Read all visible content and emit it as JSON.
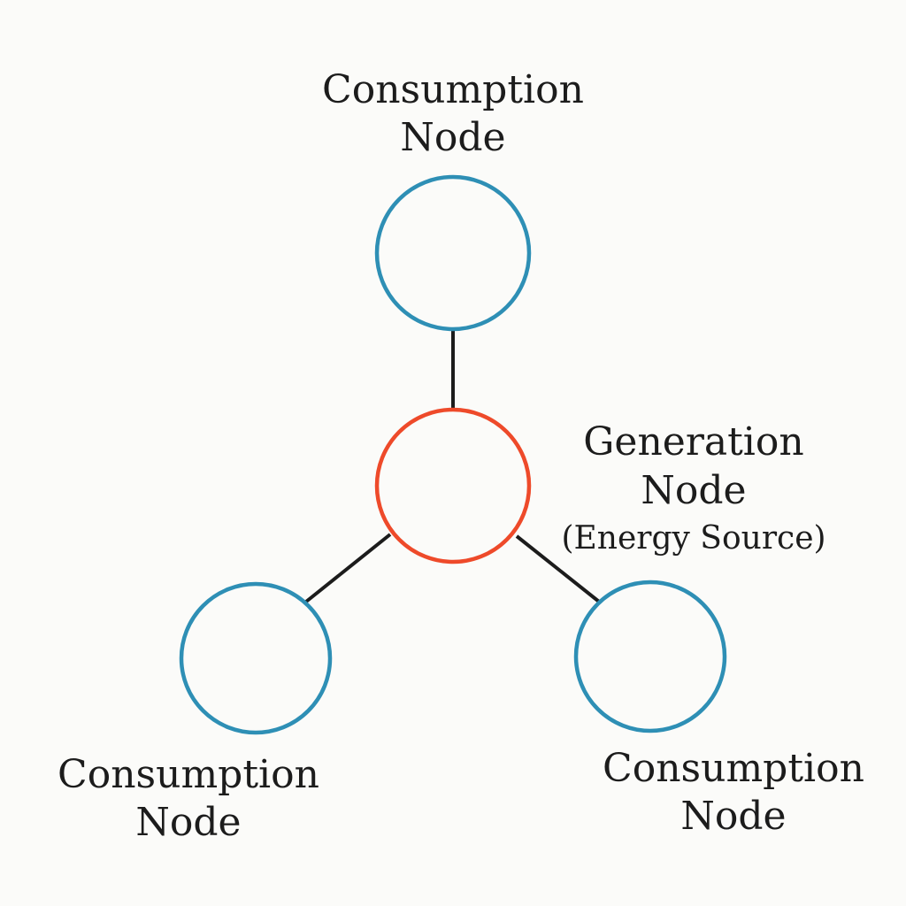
{
  "colors": {
    "background": "#fbfbf9",
    "consumption_node_stroke": "#2e8fb5",
    "generation_node_stroke": "#ee4a2a",
    "connector": "#1c1c1c",
    "text": "#1c1c1c"
  },
  "nodes": {
    "top_consumption": {
      "kind": "consumption",
      "label_line1": "Consumption",
      "label_line2": "Node"
    },
    "generation": {
      "kind": "generation",
      "label_line1": "Generation",
      "label_line2": "Node",
      "label_line3": "(Energy Source)"
    },
    "left_consumption": {
      "kind": "consumption",
      "label_line1": "Consumption",
      "label_line2": "Node"
    },
    "right_consumption": {
      "kind": "consumption",
      "label_line1": "Consumption",
      "label_line2": "Node"
    }
  },
  "edges": [
    {
      "from": "generation",
      "to": "top_consumption"
    },
    {
      "from": "generation",
      "to": "left_consumption"
    },
    {
      "from": "generation",
      "to": "right_consumption"
    }
  ]
}
